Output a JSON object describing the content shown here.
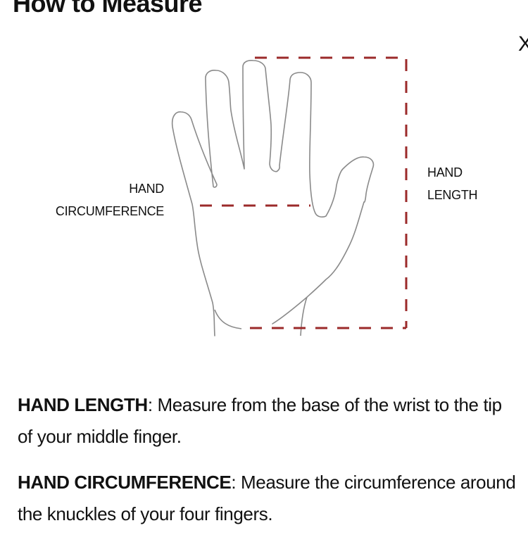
{
  "header": {
    "title": "How to Measure",
    "close_label": "X"
  },
  "diagram": {
    "label_circumference": [
      "HAND",
      "CIRCUMFERENCE"
    ],
    "label_length": [
      "HAND",
      "LENGTH"
    ],
    "dash_color": "#9b2a2a",
    "outline_color": "#8a8a8a"
  },
  "descriptions": [
    {
      "term": "HAND LENGTH",
      "text": ": Measure from the base of the wrist to the tip of your middle finger."
    },
    {
      "term": "HAND CIRCUMFERENCE",
      "text": ": Measure the circumference around the knuckles of your four fingers."
    }
  ]
}
